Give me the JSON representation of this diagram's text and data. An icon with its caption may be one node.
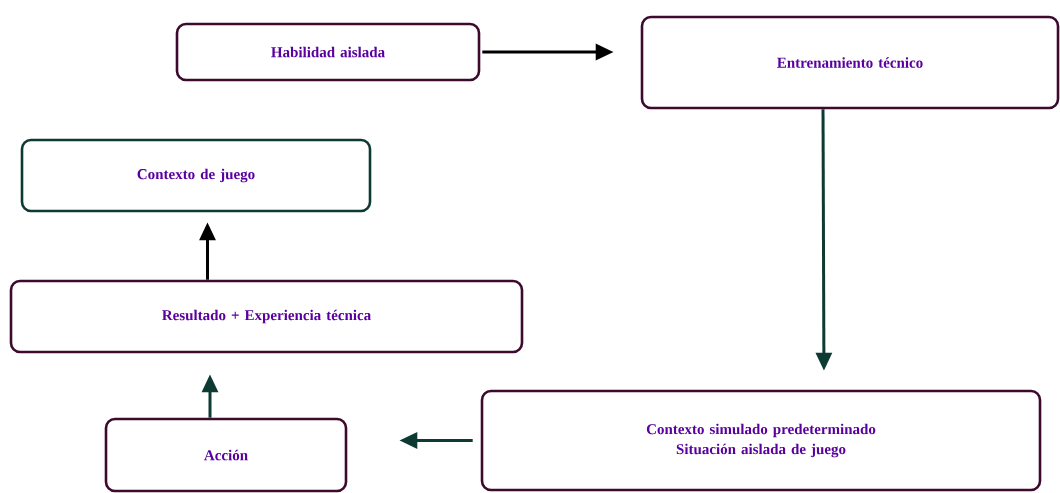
{
  "diagram": {
    "nodes": [
      {
        "text": [
          "Habilidad aislada"
        ]
      },
      {
        "text": [
          "Entrenamiento técnico"
        ]
      },
      {
        "text": [
          "Contexto de juego"
        ]
      },
      {
        "text": [
          "Resultado + Experiencia técnica"
        ]
      },
      {
        "text": [
          "Acción"
        ]
      },
      {
        "text": [
          "Contexto simulado predeterminado",
          "Situación aislada de juego"
        ]
      }
    ],
    "edges": [
      {
        "from": 0,
        "to": 1,
        "arrow": "to",
        "color": "#000000"
      },
      {
        "from": 1,
        "to": 5,
        "arrow": "to"
      },
      {
        "from": 5,
        "to": 4,
        "arrow": "to"
      },
      {
        "from": 4,
        "to": 3,
        "arrow": "to"
      },
      {
        "from": 3,
        "to": 2,
        "arrow": "to",
        "color": "#000000"
      }
    ]
  }
}
